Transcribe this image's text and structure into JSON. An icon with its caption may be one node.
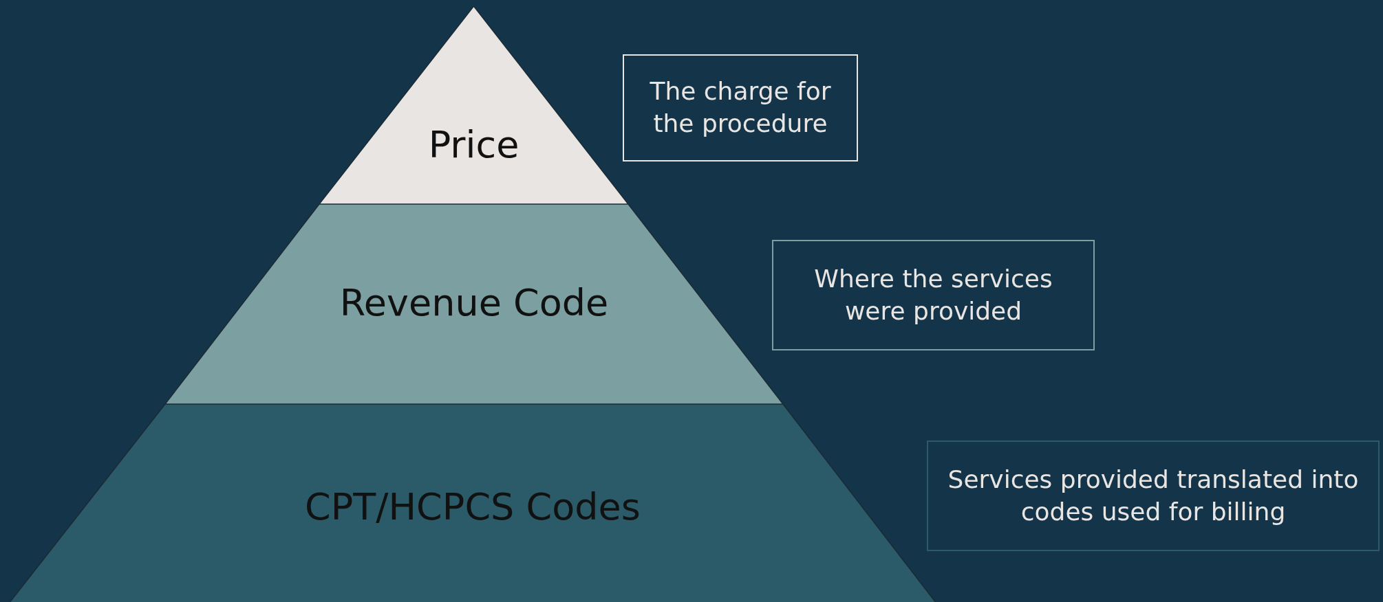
{
  "diagram": {
    "nodes": [
      {
        "text": [
          "Price"
        ]
      },
      {
        "text": [
          "The charge for the procedure"
        ]
      },
      {
        "text": [
          "Revenue Code"
        ]
      },
      {
        "text": [
          "Where the services were provided"
        ]
      },
      {
        "text": [
          "CPT/HCPCS Codes"
        ]
      },
      {
        "text": [
          "Services provided translated into codes used for billing"
        ]
      }
    ],
    "edges": []
  }
}
